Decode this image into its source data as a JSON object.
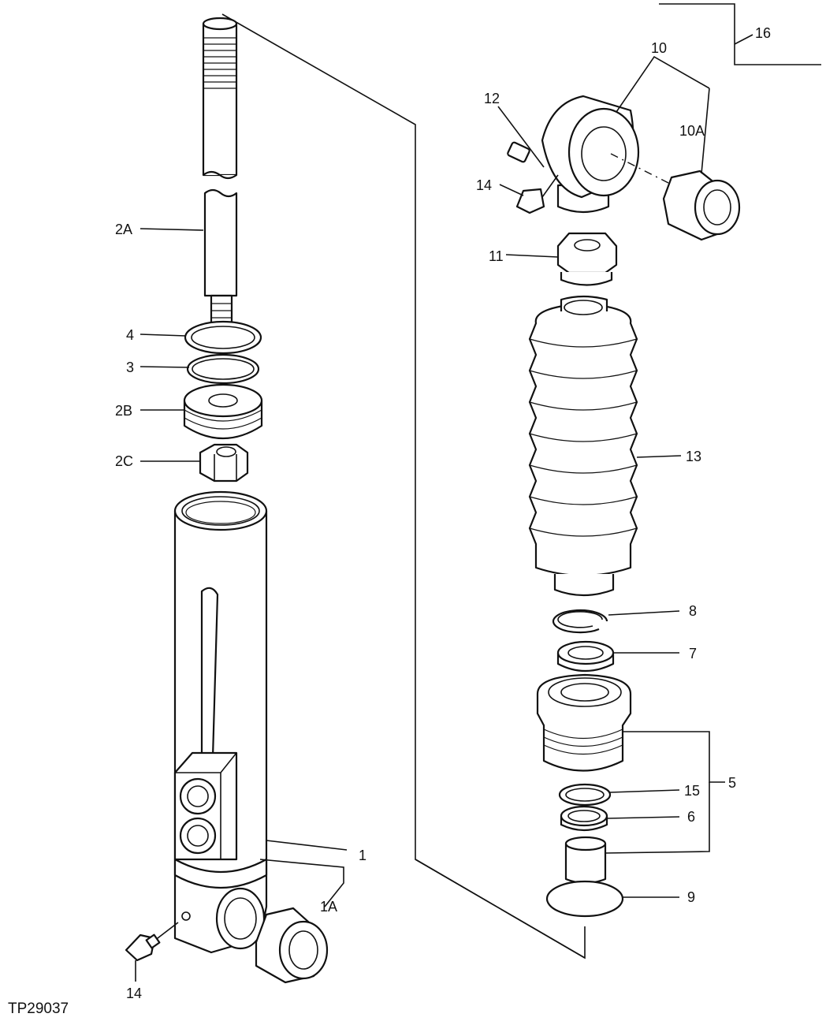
{
  "figure": {
    "reference_code": "TP29037",
    "labels": {
      "l1": "1",
      "l1A": "1A",
      "l2A": "2A",
      "l2B": "2B",
      "l2C": "2C",
      "l3": "3",
      "l4": "4",
      "l5": "5",
      "l6": "6",
      "l7": "7",
      "l8": "8",
      "l9": "9",
      "l10": "10",
      "l10A": "10A",
      "l11": "11",
      "l12": "12",
      "l13": "13",
      "l14_left": "14",
      "l14_right": "14",
      "l15": "15",
      "l16": "16"
    }
  }
}
